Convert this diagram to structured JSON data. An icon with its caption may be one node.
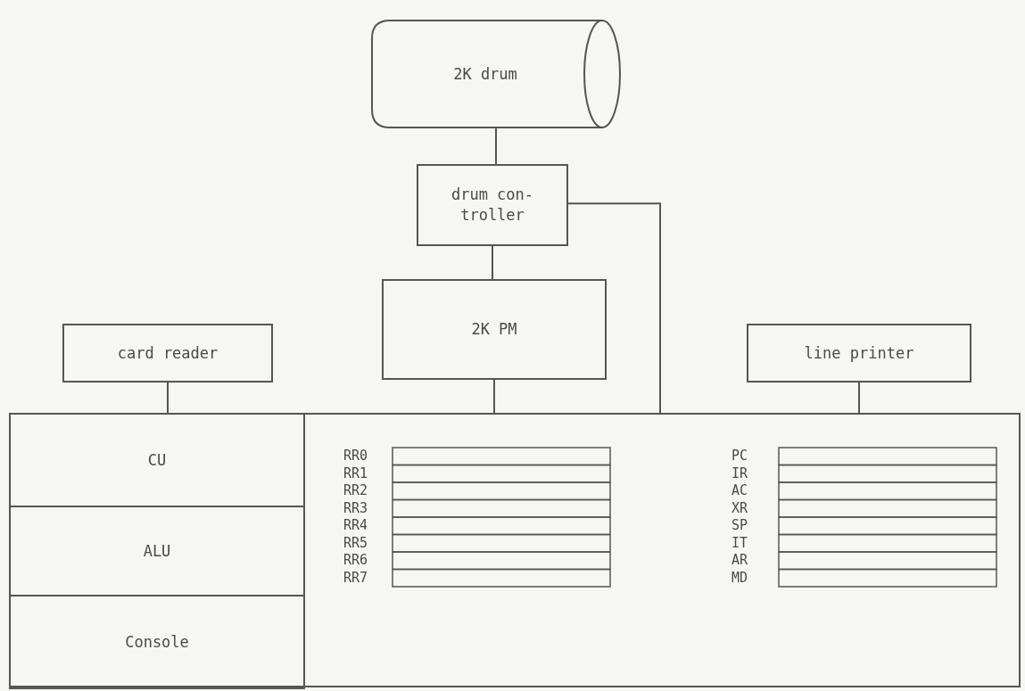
{
  "diagram": {
    "nodes": [
      {
        "text": [
          "2K drum"
        ]
      },
      {
        "text": [
          "drum con- troller"
        ]
      },
      {
        "text": [
          "2K PM"
        ]
      },
      {
        "text": [
          "card reader"
        ]
      },
      {
        "text": [
          "line printer"
        ]
      },
      {
        "text": [],
        "shape": "box"
      },
      {
        "text": [
          "CU"
        ],
        "in": 5
      },
      {
        "text": [
          "ALU"
        ],
        "in": 5
      },
      {
        "text": [
          "Console"
        ],
        "in": 5
      }
    ],
    "edges": [
      {
        "from": 0,
        "to": 1,
        "arrow": "none"
      },
      {
        "from": 1,
        "to": 2,
        "arrow": "none"
      },
      {
        "from": 1,
        "to": 5,
        "arrow": "none"
      },
      {
        "from": 2,
        "to": 5,
        "arrow": "none"
      },
      {
        "from": 3,
        "to": 5,
        "arrow": "none"
      },
      {
        "from": 4,
        "to": 5,
        "arrow": "none"
      }
    ],
    "labels": [
      "RR0",
      "RR1",
      "RR2",
      "RR3",
      "RR4",
      "RR5",
      "RR6",
      "RR7",
      "PC",
      "IR",
      "AC",
      "XR",
      "SP",
      "IT",
      "AR",
      "MD"
    ]
  }
}
